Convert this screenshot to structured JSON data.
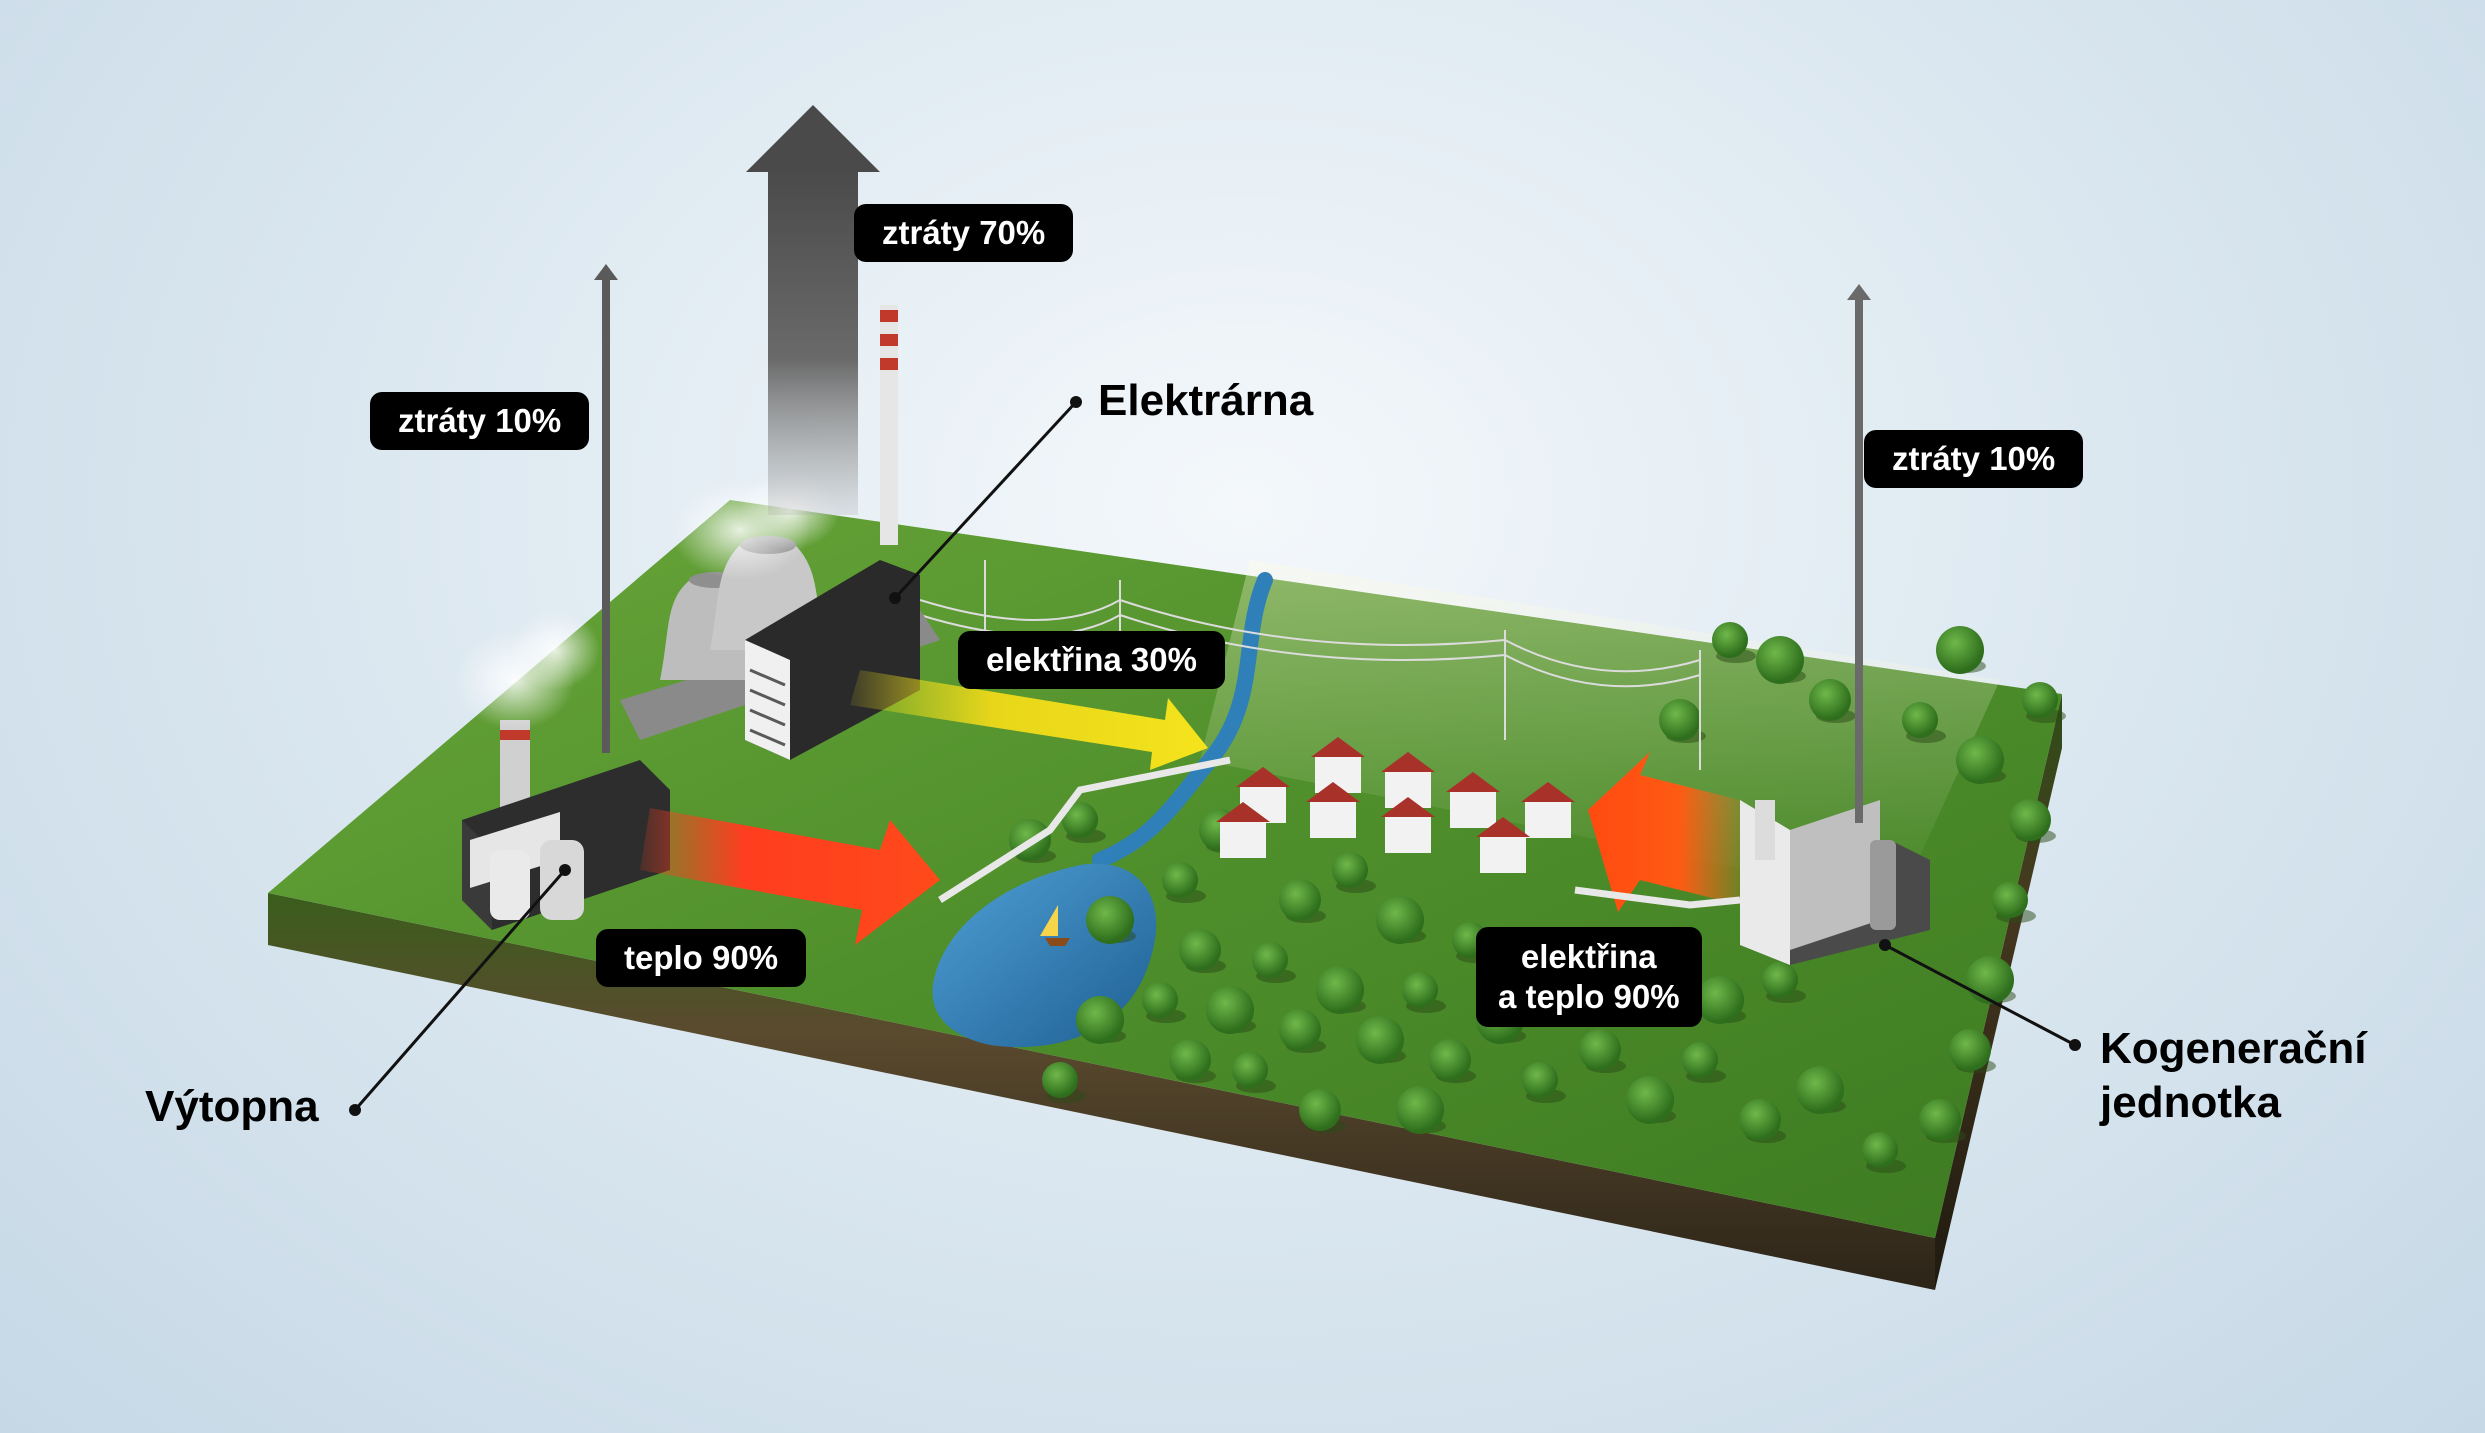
{
  "losses": {
    "power_plant": "ztráty 70%",
    "heating_plant": "ztráty 10%",
    "cogeneration": "ztráty 10%"
  },
  "flows": {
    "power_plant_electricity": "elektřina 30%",
    "heating_plant_heat": "teplo 90%",
    "cogeneration_output": {
      "line1": "elektřina",
      "line2": "a teplo 90%"
    }
  },
  "callouts": {
    "power_plant": "Elektrárna",
    "heating_plant": "Výtopna",
    "cogeneration": {
      "line1": "Kogenerační",
      "line2": "jednotka"
    }
  },
  "colors": {
    "heat_arrow": "#ff3d1f",
    "electricity_arrow": "#f2e21b",
    "loss_arrow": "#555555",
    "grass": "#4f8f2b",
    "water": "#2f7fb8",
    "label_background": "#000000"
  }
}
